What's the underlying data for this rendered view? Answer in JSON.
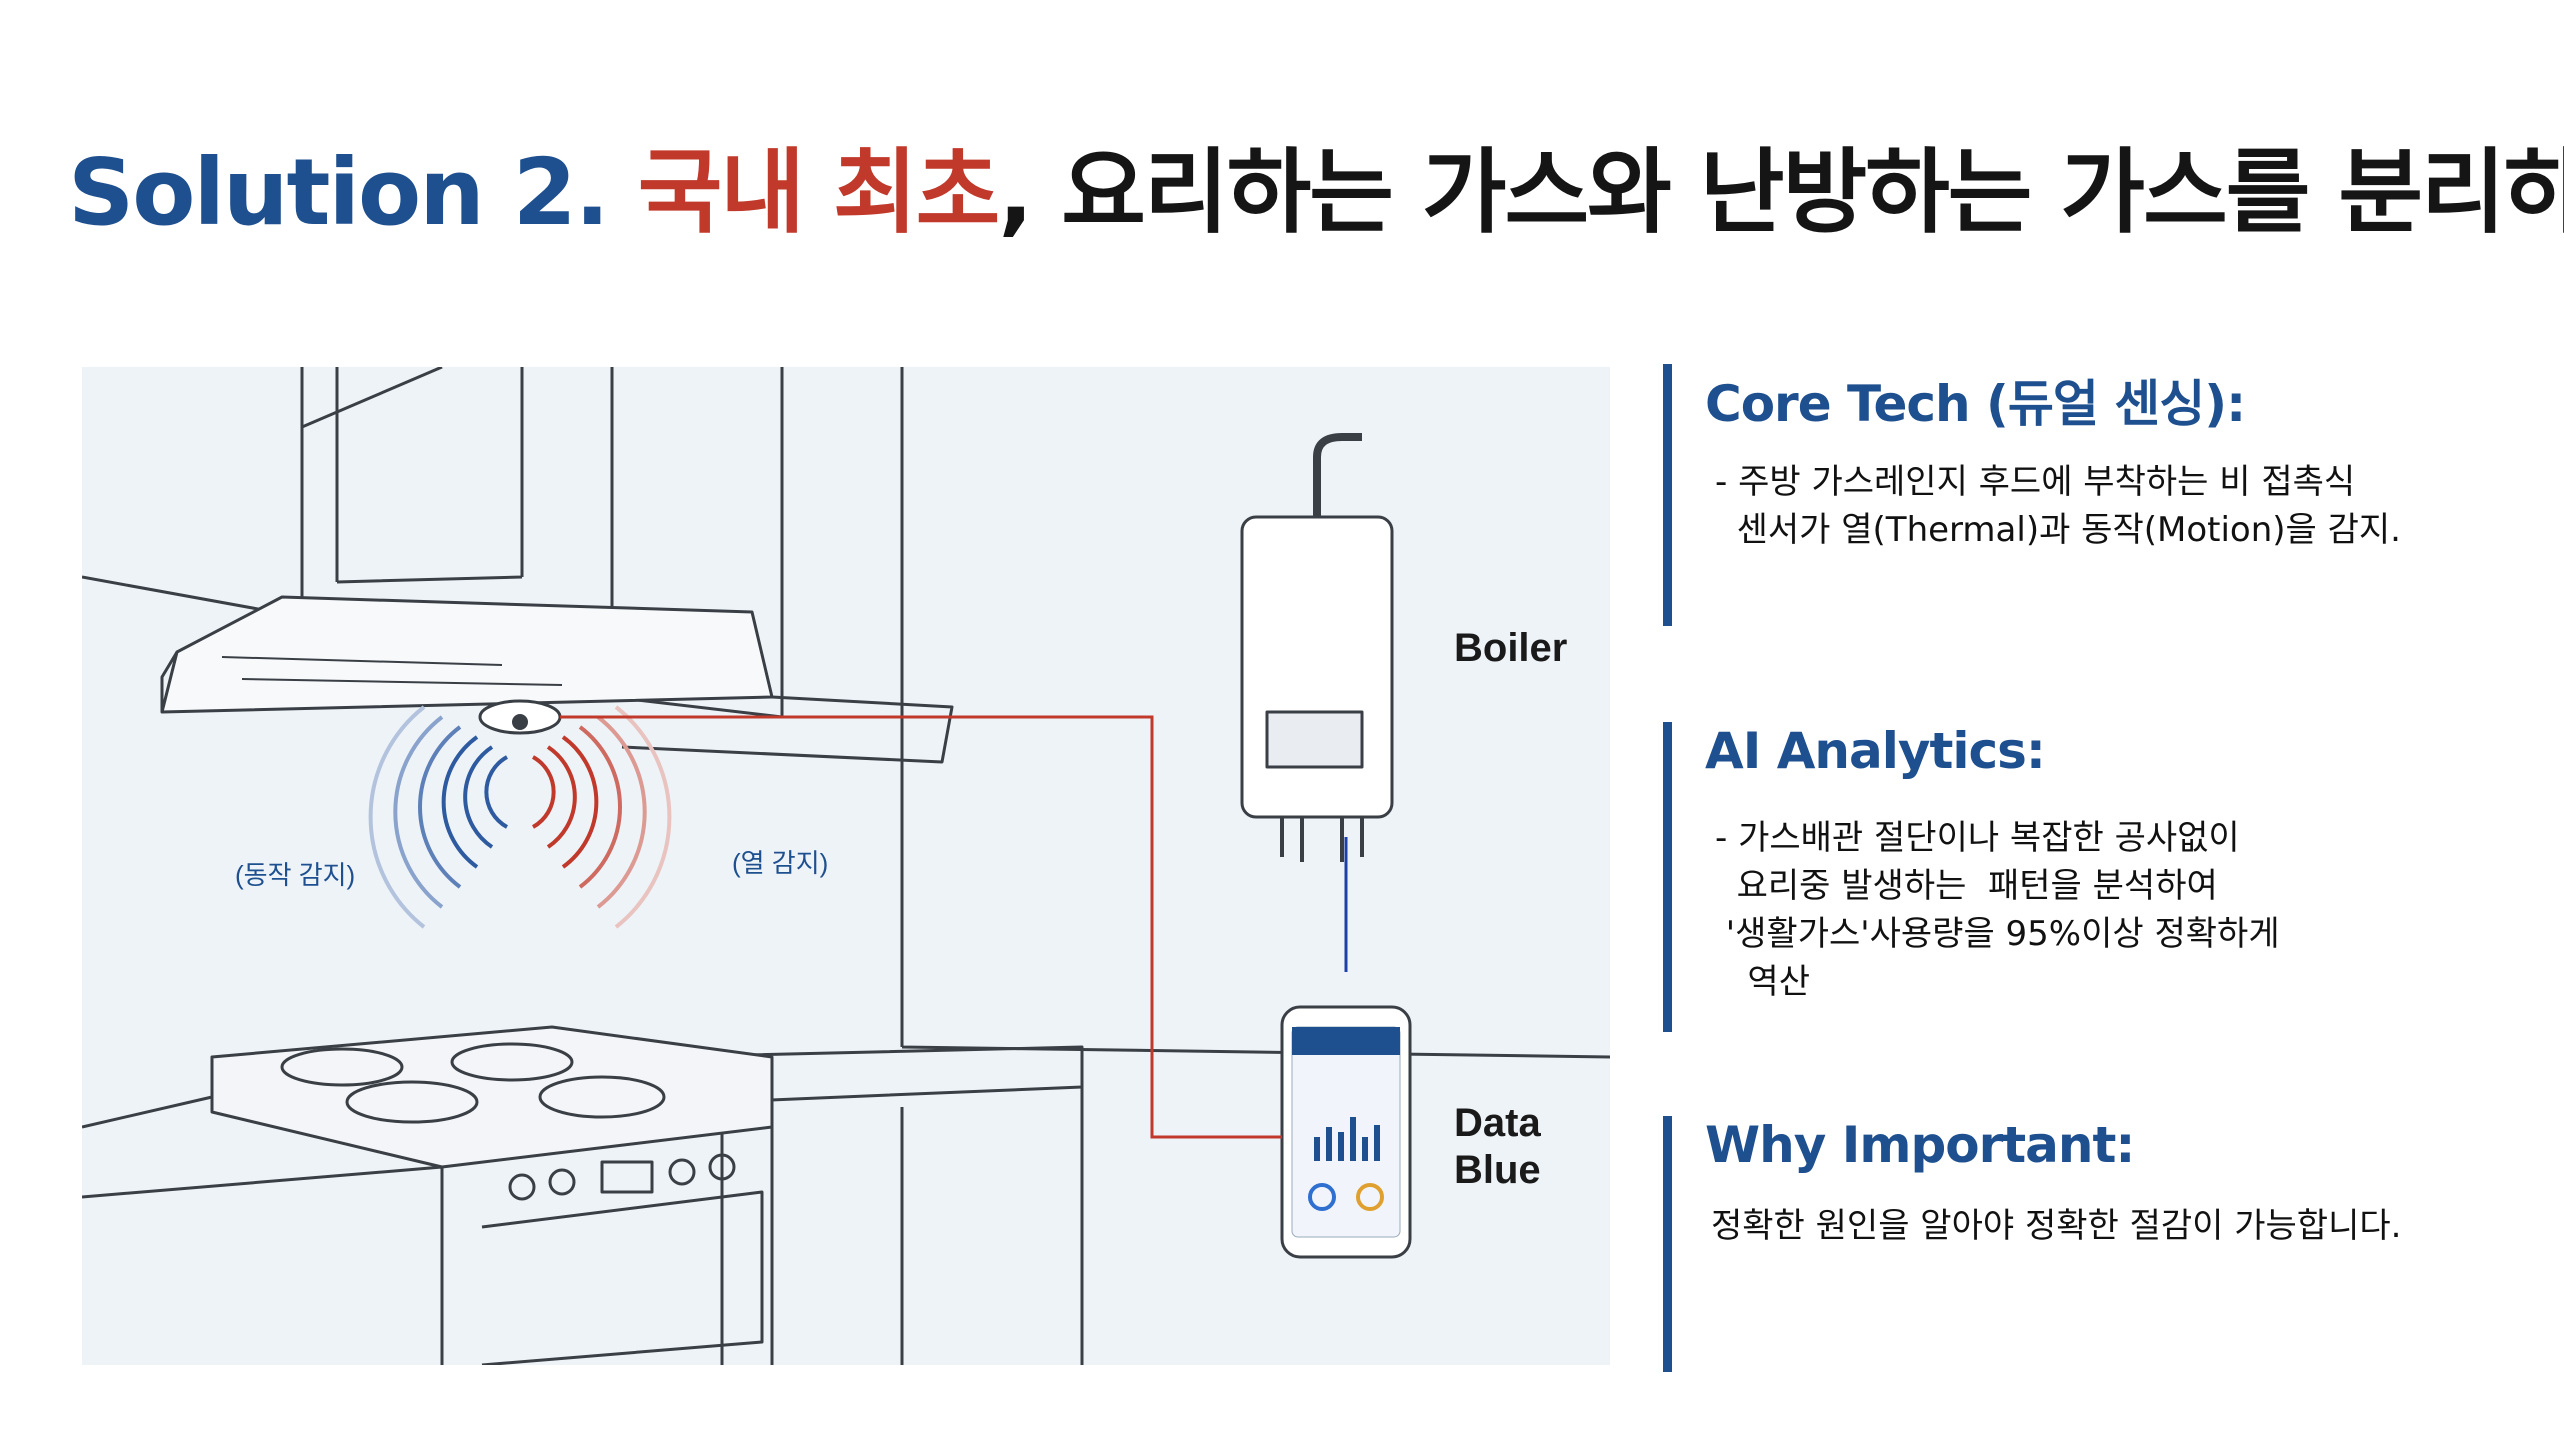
{
  "title": {
    "part1": "Solution 2.",
    "part2": "국내 최초",
    "part3": ", 요리하는 가스와 난방하는 가스를 분리하다"
  },
  "illustration": {
    "boiler_label": "Boiler",
    "data_label_line1": "Data",
    "data_label_line2": "Blue",
    "motion_label": "(동작 감지)",
    "heat_label": "(열 감지)"
  },
  "sections": [
    {
      "title": "Core Tech (듀얼 센싱):",
      "lines": [
        "- 주방 가스레인지 후드에 부착하는 비 접촉식",
        "  센서가 열(Thermal)과 동작(Motion)을 감지."
      ]
    },
    {
      "title": "AI Analytics:",
      "lines": [
        "- 가스배관 절단이나 복잡한 공사없이",
        "  요리중 발생하는  패턴을 분석하여",
        " '생활가스'사용량을 95%이상 정확하게",
        "   역산"
      ]
    },
    {
      "title": "Why Important:",
      "lines": [
        "정확한 원인을 알아야 정확한 절감이 가능합니다."
      ]
    }
  ],
  "colors": {
    "accent_blue": "#1e4f8f",
    "accent_red": "#c0392b",
    "text_dark": "#151515"
  }
}
